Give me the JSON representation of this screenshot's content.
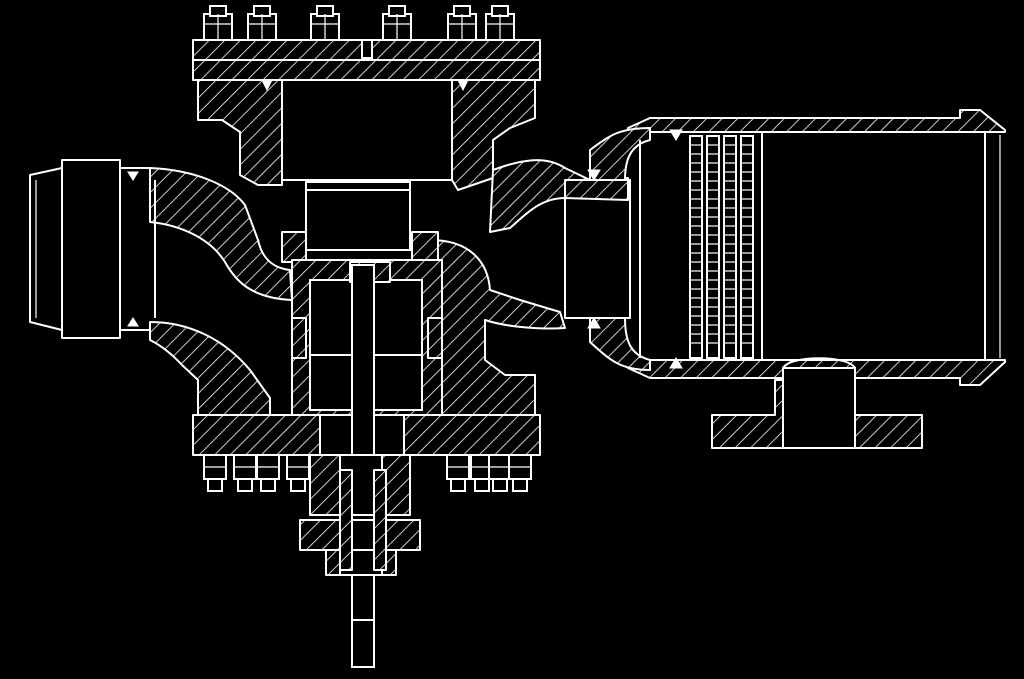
{
  "drawing": {
    "background": "#000000",
    "line_color": "#ffffff",
    "top_bolts": 6,
    "bottom_bolts": 8,
    "piston_rings": 4
  }
}
